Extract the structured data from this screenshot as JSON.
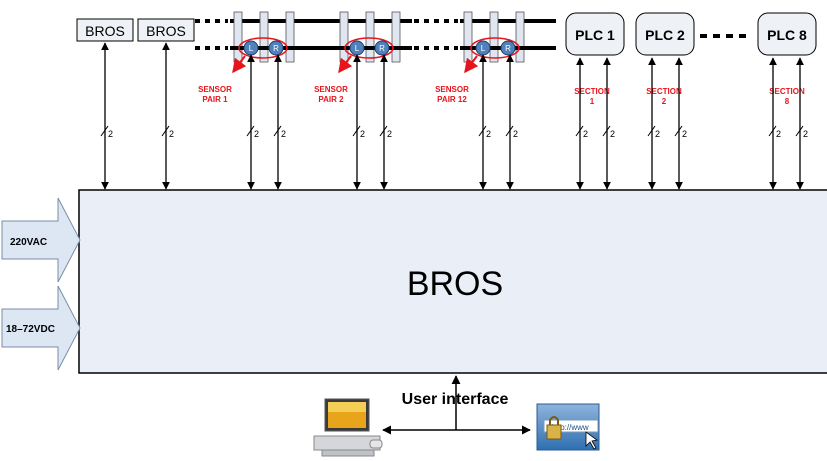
{
  "main_block_label": "BROS",
  "bros_modules": [
    "BROS",
    "BROS"
  ],
  "sensor_pairs": [
    {
      "left": "L",
      "right": "R",
      "label": [
        "SENSOR",
        "PAIR 1"
      ]
    },
    {
      "left": "L",
      "right": "R",
      "label": [
        "SENSOR",
        "PAIR 2"
      ]
    },
    {
      "left": "L",
      "right": "R",
      "label": [
        "SENSOR",
        "PAIR 12"
      ]
    }
  ],
  "plcs": [
    {
      "name": "PLC 1",
      "section": [
        "SECTION",
        "1"
      ]
    },
    {
      "name": "PLC 2",
      "section": [
        "SECTION",
        "2"
      ]
    },
    {
      "name": "PLC 8",
      "section": [
        "SECTION",
        "8"
      ]
    }
  ],
  "wire_count": "2",
  "power_inputs": [
    "220VAC",
    "18–72VDC"
  ],
  "user_interface_label": "User interface",
  "icons": [
    "computer-icon",
    "browser-lock-icon"
  ],
  "colors": {
    "block_fill": "#e9eef7",
    "sensor_blue": "#4f81bd",
    "sensor_ring": "#e8141b",
    "label_red": "#e8141b",
    "input_arrow": "#dde6f3"
  }
}
